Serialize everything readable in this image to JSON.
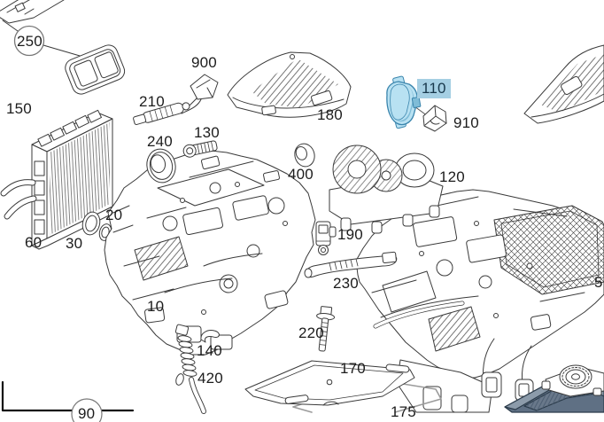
{
  "diagram": {
    "kind": "exploded-parts-diagram",
    "highlighted_part_label": "110",
    "colors": {
      "background": "#ffffff",
      "line_art": "#3a3a3a",
      "highlight_label_bg": "#a5cfe3",
      "highlight_part_fill": "#b8e1f2",
      "highlight_part_shade": "#7fbcd7",
      "highlight_part_outline": "#3a85ad",
      "dark_part_top": "#8c9baa",
      "dark_part_front": "#5f7084",
      "dark_part_ribs": "#69788a",
      "dark_part_outline": "#2b3b4a",
      "seal_line": "#9b9b9b",
      "label_text": "#1c1c1c"
    },
    "labels": {
      "l250": "250",
      "l150": "150",
      "l900": "900",
      "l210": "210",
      "l240": "240",
      "l130": "130",
      "l180": "180",
      "l110": "110",
      "l910": "910",
      "l400": "400",
      "l120": "120",
      "l190": "190",
      "l20": "20",
      "l30": "30",
      "l60": "60",
      "l10": "10",
      "l230": "230",
      "l220": "220",
      "l140": "140",
      "l420": "420",
      "l170": "170",
      "l5_partial": "5",
      "l90_partial": "90",
      "l175_partial": "175"
    }
  }
}
